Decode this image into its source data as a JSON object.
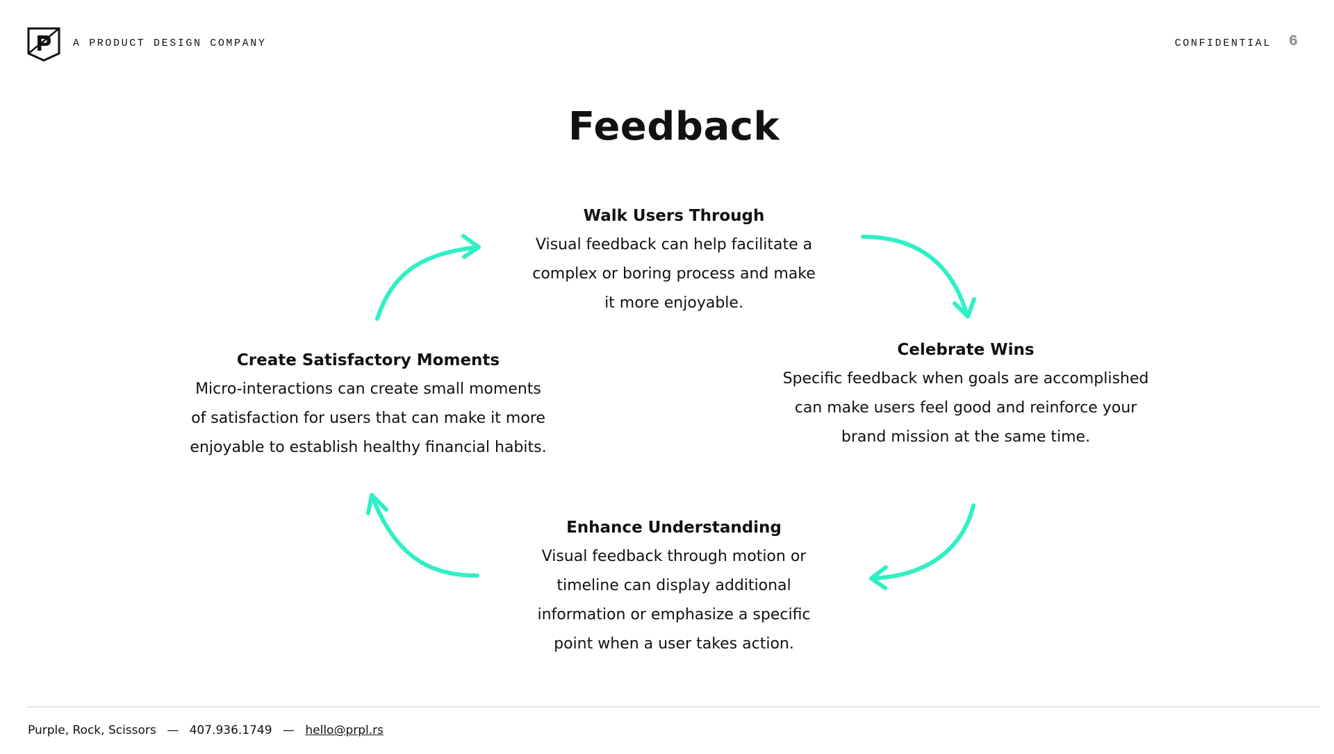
{
  "header": {
    "logo_icon": "prs-shield-logo-icon",
    "tagline": "A PRODUCT DESIGN COMPANY",
    "confidential": "CONFIDENTIAL",
    "page_number": "6"
  },
  "title": "Feedback",
  "cycle": {
    "arrow_color": "#2ff0c4",
    "arrow_icons": [
      "curved-arrow-icon",
      "curved-arrow-icon",
      "curved-arrow-icon",
      "curved-arrow-icon"
    ],
    "walk_users_through": {
      "heading": "Walk Users Through",
      "lines": [
        "Visual feedback can help facilitate a",
        "complex or boring process and make",
        "it more enjoyable."
      ]
    },
    "celebrate_wins": {
      "heading": "Celebrate Wins",
      "lines": [
        "Specific feedback when goals are accomplished",
        "can make users feel good and reinforce your",
        "brand mission at the same time."
      ]
    },
    "create_satisfactory_moments": {
      "heading": "Create Satisfactory Moments",
      "lines": [
        "Micro-interactions can create small moments",
        "of satisfaction for users that can make it more",
        "enjoyable to establish healthy financial habits."
      ]
    },
    "enhance_understanding": {
      "heading": "Enhance Understanding",
      "lines": [
        "Visual feedback through motion or",
        "timeline can display additional",
        "information or emphasize a specific",
        "point when a user takes action."
      ]
    }
  },
  "footer": {
    "company": "Purple, Rock, Scissors",
    "separator": "—",
    "phone": "407.936.1749",
    "email": "hello@prpl.rs"
  }
}
